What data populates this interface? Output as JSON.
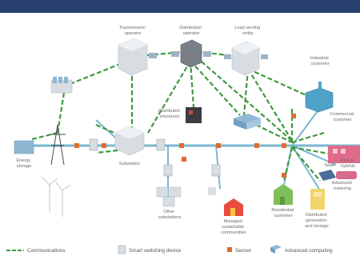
{
  "colors": {
    "header_bar": "#27406e",
    "communications": "#3f9a3f",
    "power_line": "#79b7cf",
    "sensor": "#e36a2e",
    "building": "#d8dde2",
    "label_text": "#6b6b6b"
  },
  "labels": {
    "transmission_operator": [
      "Transmission",
      "operator"
    ],
    "distribution_operator": [
      "Distribution",
      "operator"
    ],
    "load_serving_entity": [
      "Load serving",
      "entity"
    ],
    "industrial_customer": [
      "Industrial",
      "customer"
    ],
    "commercial_customer": [
      "Commercial",
      "customer"
    ],
    "distributed_resources": [
      "Distributed",
      "resources"
    ],
    "energy_storage": [
      "Energy",
      "storage"
    ],
    "substation": [
      "Substation"
    ],
    "other_substations": [
      "Other",
      "substations"
    ],
    "managed_communities": [
      "Managed",
      "sustainable",
      "communities"
    ],
    "residential_customer": [
      "Residential",
      "customer"
    ],
    "distributed_generation": [
      "Distributed",
      "generation",
      "and storage"
    ],
    "solar": [
      "Solar"
    ],
    "plug_in_hybrids": [
      "Plug in",
      "hybrids"
    ],
    "advanced_metering": [
      "Advanced",
      "metering"
    ]
  },
  "legend": {
    "communications": "Communications",
    "smart_switching": "Smart switching device",
    "sensor": "Sensor",
    "advanced_computing": "Advanced computing"
  }
}
